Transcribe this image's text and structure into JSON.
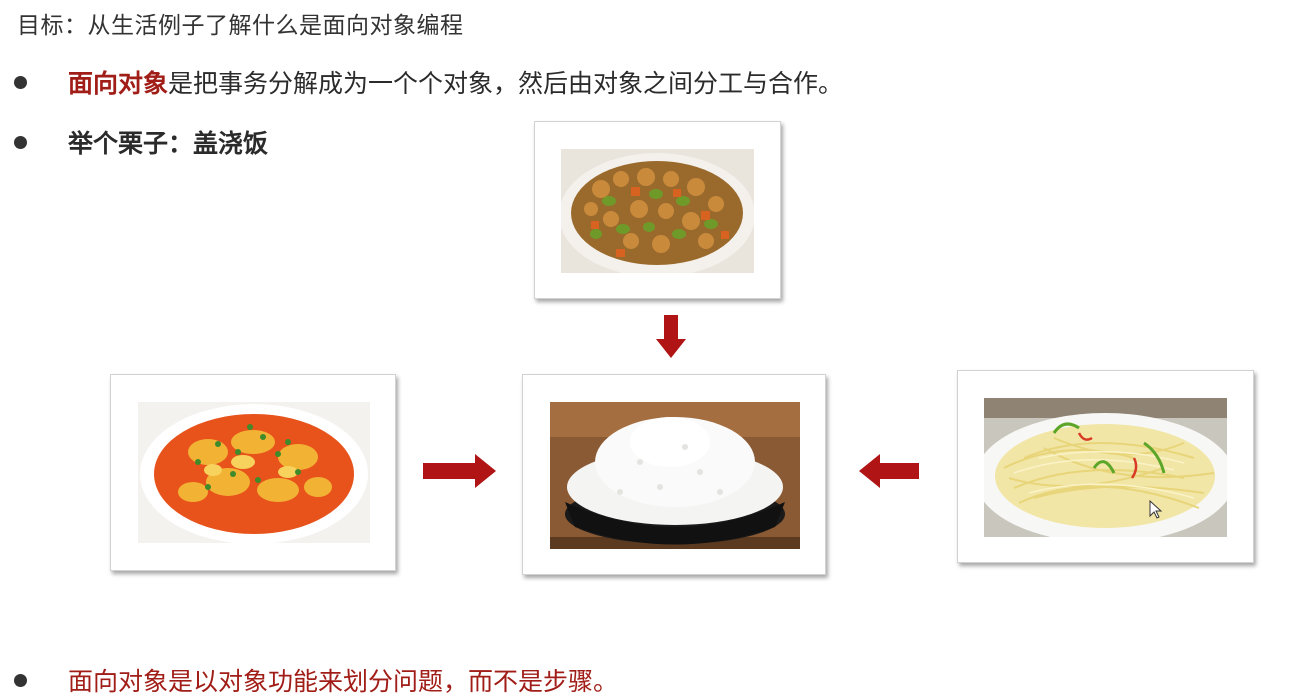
{
  "title": "目标：从生活例子了解什么是面向对象编程",
  "bullets": [
    {
      "highlight": "面向对象",
      "text": "是把事务分解成为一个个对象，然后由对象之间分工与合作。"
    },
    {
      "text": "举个栗子：盖浇饭"
    },
    {
      "text": "面向对象是以对象功能来划分问题，而不是步骤。"
    }
  ],
  "images": {
    "top": "kung-pao-dish",
    "left": "tomato-egg-dish",
    "center": "white-rice-bowl",
    "right": "shredded-potato-dish"
  },
  "colors": {
    "accent": "#a11d17",
    "arrow": "#b01414"
  }
}
